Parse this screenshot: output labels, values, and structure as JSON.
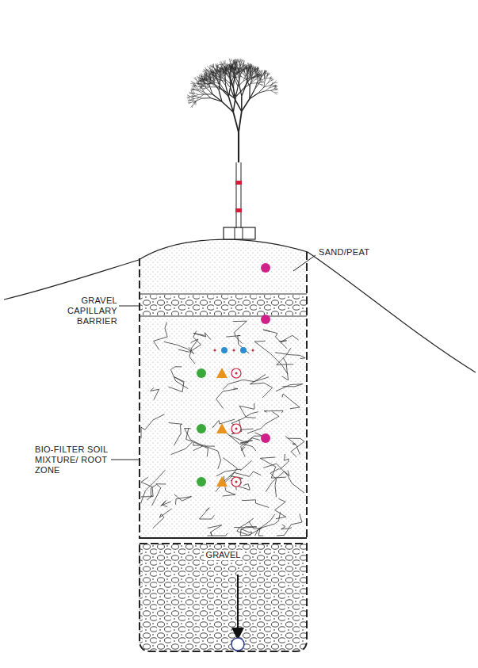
{
  "diagram": {
    "nodes": [
      {
        "text": [
          "GRAVEL"
        ]
      }
    ],
    "labels": [
      "SAND/PEAT",
      "GRAVEL CAPILLARY BARRIER",
      "BIO-FILTER SOIL MIXTURE/ ROOT ZONE"
    ]
  }
}
